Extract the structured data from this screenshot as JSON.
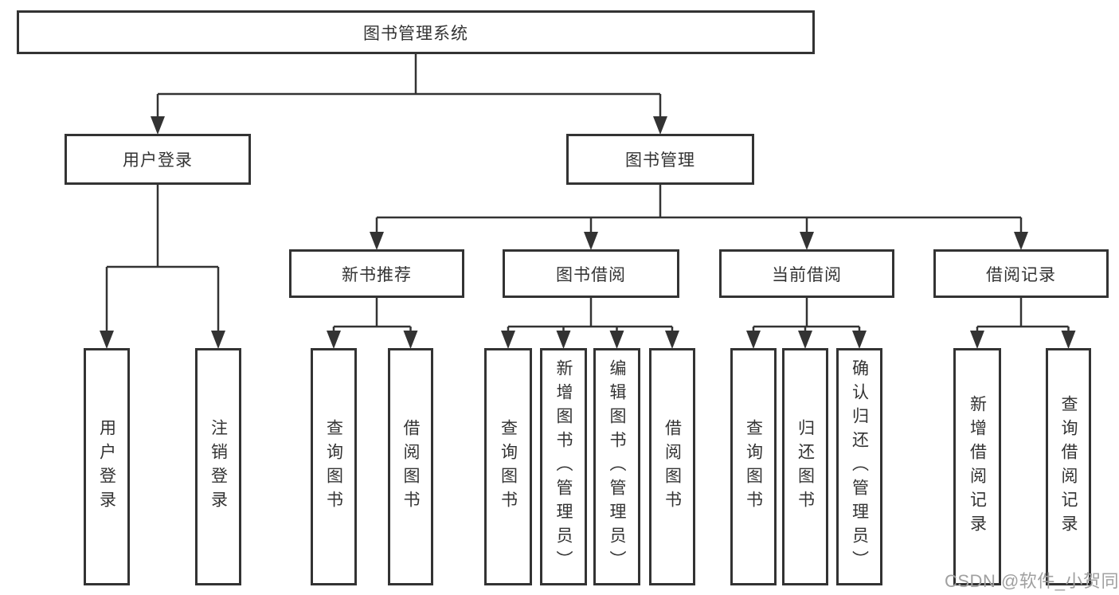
{
  "diagram": {
    "title": "图书管理系统",
    "watermark": "CSDN @软件_小贺同学",
    "colors": {
      "line": "#333333",
      "text": "#333333",
      "box_background": "#ffffff",
      "watermark": "#a0a0a0",
      "background": "#ffffff"
    },
    "nodes": [
      {
        "id": "root",
        "label": "图书管理系统",
        "orientation": "horizontal"
      },
      {
        "id": "user-login",
        "label": "用户登录",
        "orientation": "horizontal"
      },
      {
        "id": "book-mgmt",
        "label": "图书管理",
        "orientation": "horizontal"
      },
      {
        "id": "new-book-rec",
        "label": "新书推荐",
        "orientation": "horizontal"
      },
      {
        "id": "book-borrow",
        "label": "图书借阅",
        "orientation": "horizontal"
      },
      {
        "id": "current-borrow",
        "label": "当前借阅",
        "orientation": "horizontal"
      },
      {
        "id": "borrow-record",
        "label": "借阅记录",
        "orientation": "horizontal"
      },
      {
        "id": "leaf-user-login",
        "label": "用户登录",
        "orientation": "vertical"
      },
      {
        "id": "leaf-logout",
        "label": "注销登录",
        "orientation": "vertical"
      },
      {
        "id": "leaf-query-books-1",
        "label": "查询图书",
        "orientation": "vertical"
      },
      {
        "id": "leaf-borrow-books-1",
        "label": "借阅图书",
        "orientation": "vertical"
      },
      {
        "id": "leaf-query-books-2",
        "label": "查询图书",
        "orientation": "vertical"
      },
      {
        "id": "leaf-add-book",
        "label": "新增图书（管理员）",
        "orientation": "vertical"
      },
      {
        "id": "leaf-edit-book",
        "label": "编辑图书（管理员）",
        "orientation": "vertical"
      },
      {
        "id": "leaf-borrow-books-2",
        "label": "借阅图书",
        "orientation": "vertical"
      },
      {
        "id": "leaf-query-books-3",
        "label": "查询图书",
        "orientation": "vertical"
      },
      {
        "id": "leaf-return-book",
        "label": "归还图书",
        "orientation": "vertical"
      },
      {
        "id": "leaf-confirm-return",
        "label": "确认归还（管理员）",
        "orientation": "vertical"
      },
      {
        "id": "leaf-add-borrow-record",
        "label": "新增借阅记录",
        "orientation": "vertical"
      },
      {
        "id": "leaf-query-borrow-record",
        "label": "查询借阅记录",
        "orientation": "vertical"
      }
    ],
    "edges": [
      [
        "root",
        "user-login"
      ],
      [
        "root",
        "book-mgmt"
      ],
      [
        "user-login",
        "leaf-user-login"
      ],
      [
        "user-login",
        "leaf-logout"
      ],
      [
        "book-mgmt",
        "new-book-rec"
      ],
      [
        "book-mgmt",
        "book-borrow"
      ],
      [
        "book-mgmt",
        "current-borrow"
      ],
      [
        "book-mgmt",
        "borrow-record"
      ],
      [
        "new-book-rec",
        "leaf-query-books-1"
      ],
      [
        "new-book-rec",
        "leaf-borrow-books-1"
      ],
      [
        "book-borrow",
        "leaf-query-books-2"
      ],
      [
        "book-borrow",
        "leaf-add-book"
      ],
      [
        "book-borrow",
        "leaf-edit-book"
      ],
      [
        "book-borrow",
        "leaf-borrow-books-2"
      ],
      [
        "current-borrow",
        "leaf-query-books-3"
      ],
      [
        "current-borrow",
        "leaf-return-book"
      ],
      [
        "current-borrow",
        "leaf-confirm-return"
      ],
      [
        "borrow-record",
        "leaf-add-borrow-record"
      ],
      [
        "borrow-record",
        "leaf-query-borrow-record"
      ]
    ]
  }
}
